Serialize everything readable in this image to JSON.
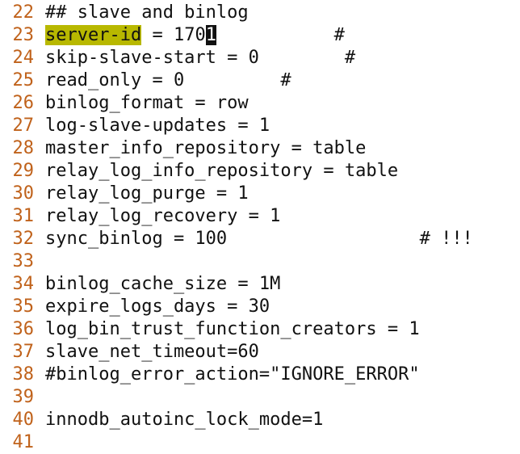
{
  "editor": {
    "lines": [
      {
        "number": "22",
        "text": "## slave and binlog"
      },
      {
        "number": "23",
        "hl": "server-id",
        "pre": " = 170",
        "cursor": "1",
        "post": "           #"
      },
      {
        "number": "24",
        "text": "skip-slave-start = 0        #"
      },
      {
        "number": "25",
        "text": "read_only = 0         #"
      },
      {
        "number": "26",
        "text": "binlog_format = row"
      },
      {
        "number": "27",
        "text": "log-slave-updates = 1"
      },
      {
        "number": "28",
        "text": "master_info_repository = table"
      },
      {
        "number": "29",
        "text": "relay_log_info_repository = table"
      },
      {
        "number": "30",
        "text": "relay_log_purge = 1"
      },
      {
        "number": "31",
        "text": "relay_log_recovery = 1"
      },
      {
        "number": "32",
        "text": "sync_binlog = 100                  # !!!"
      },
      {
        "number": "33",
        "text": ""
      },
      {
        "number": "34",
        "text": "binlog_cache_size = 1M"
      },
      {
        "number": "35",
        "text": "expire_logs_days = 30"
      },
      {
        "number": "36",
        "text": "log_bin_trust_function_creators = 1"
      },
      {
        "number": "37",
        "text": "slave_net_timeout=60"
      },
      {
        "number": "38",
        "text": "#binlog_error_action=\"IGNORE_ERROR\""
      },
      {
        "number": "39",
        "text": ""
      },
      {
        "number": "40",
        "text": "innodb_autoinc_lock_mode=1"
      },
      {
        "number": "41",
        "text": ""
      }
    ]
  },
  "colors": {
    "line_number": "#c0621b",
    "search_highlight": "#b8b800",
    "cursor": "#111111"
  }
}
